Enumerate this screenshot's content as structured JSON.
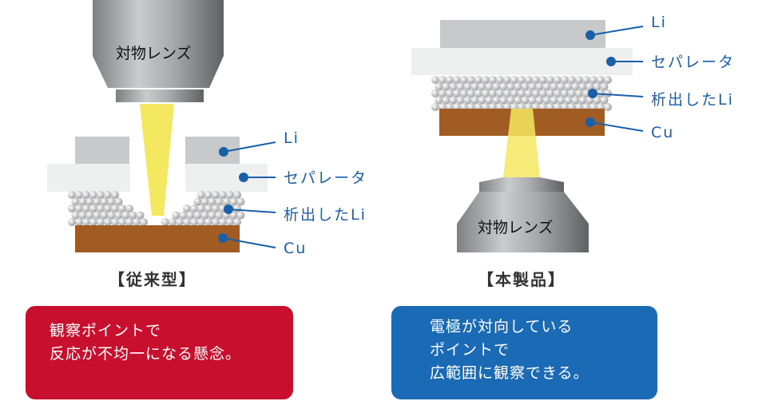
{
  "left": {
    "lens_label": "対物レンズ",
    "labels": [
      "Li",
      "セパレータ",
      "析出したLi",
      "Cu"
    ],
    "caption": "【従来型】",
    "note": [
      "観察ポイントで",
      "反応が不均一になる懸念。"
    ]
  },
  "right": {
    "lens_label": "対物レンズ",
    "labels": [
      "Li",
      "セパレータ",
      "析出したLi",
      "Cu"
    ],
    "caption": "【本製品】",
    "note": [
      "電極が対向している",
      "ポイントで",
      "広範囲に観察できる。"
    ]
  },
  "colors": {
    "li": "#c8c9ca",
    "separator": "#eeefef",
    "cu": "#a05c22",
    "beam": "#f4e860",
    "leader": "#1a5fa8",
    "red_box": "#c8102e",
    "blue_box": "#1b6ab5"
  }
}
